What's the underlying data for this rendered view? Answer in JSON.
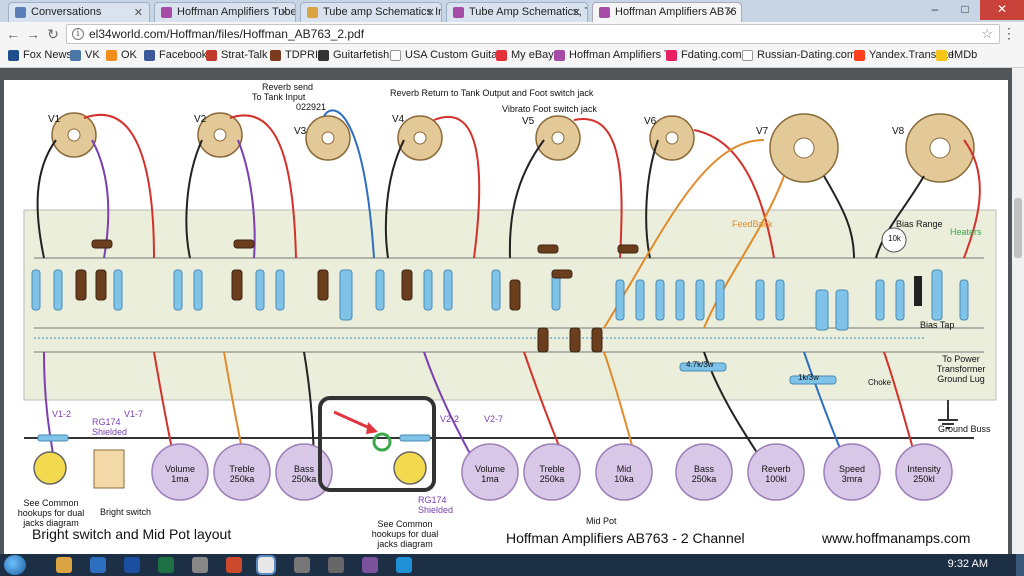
{
  "browser": {
    "tabs": [
      {
        "title": "Conversations",
        "color": "#5b7fb6"
      },
      {
        "title": "Hoffman Amplifiers Tube",
        "color": "#a64ca6"
      },
      {
        "title": "Tube amp Schematics In",
        "color": "#d9a441"
      },
      {
        "title": "Tube Amp Schematics, T",
        "color": "#a64ca6"
      },
      {
        "title": "Hoffman Amplifiers AB76",
        "color": "#a64ca6"
      }
    ],
    "address": "el34world.com/Hoffman/files/Hoffman_AB763_2.pdf",
    "bookmarks": [
      {
        "label": "Fox News",
        "color": "#1f4e8c"
      },
      {
        "label": "VK",
        "color": "#4a76a8"
      },
      {
        "label": "OK",
        "color": "#f28c1c"
      },
      {
        "label": "Facebook",
        "color": "#3b5998"
      },
      {
        "label": "Strat-Talk",
        "color": "#c0392b"
      },
      {
        "label": "TDPRI",
        "color": "#7a3b1e"
      },
      {
        "label": "Guitarfetish",
        "color": "#333"
      },
      {
        "label": "USA Custom Guitars",
        "color": "#999"
      },
      {
        "label": "My eBay",
        "color": "#e53238"
      },
      {
        "label": "Hoffman Amplifiers T",
        "color": "#a64ca6"
      },
      {
        "label": "Fdating.com",
        "color": "#e91e63"
      },
      {
        "label": "Russian-Dating.com",
        "color": "#999"
      },
      {
        "label": "Yandex.Translate",
        "color": "#fc3f1d"
      },
      {
        "label": "IMDb",
        "color": "#f5c518"
      }
    ]
  },
  "diagram": {
    "tubes": [
      "V1",
      "V2",
      "V3",
      "V4",
      "V5",
      "V6",
      "V7",
      "V8"
    ],
    "notes": {
      "reverb_send": "Reverb send",
      "to_tank": "To Tank Input",
      "transformer": "022921",
      "reverb_return": "Reverb Return to Tank Output and Foot switch jack",
      "vibrato": "Vibrato Foot switch jack",
      "feedback": "FeedBack",
      "bias_range": "Bias Range",
      "heaters": "Heaters",
      "bias_tap": "Bias Tap",
      "power_ground": "To Power Transformer Ground Lug",
      "ground_buss": "Ground Buss",
      "choke": "Choke",
      "common_hookups_1": "See Common hookups for dual jacks diagram",
      "common_hookups_2": "See Common hookups for dual jacks diagram",
      "bright_switch": "Bright switch",
      "mid_pot": "Mid Pot",
      "rg174a": "RG174 Shielded",
      "rg174b": "RG174 Shielded",
      "v12a": "V1-2",
      "v17": "V1-7",
      "v22": "V2-2",
      "v27": "V2-7",
      "res_10k": "10k",
      "res_47k": "4.7k/3w",
      "res_1k": "1k/3w"
    },
    "pots": [
      {
        "name": "Volume",
        "value": "1ma"
      },
      {
        "name": "Treble",
        "value": "250ka"
      },
      {
        "name": "Bass",
        "value": "250ka"
      },
      {
        "name": "Volume",
        "value": "1ma"
      },
      {
        "name": "Treble",
        "value": "250ka"
      },
      {
        "name": "Mid",
        "value": "10ka"
      },
      {
        "name": "Bass",
        "value": "250ka"
      },
      {
        "name": "Reverb",
        "value": "100kl"
      },
      {
        "name": "Speed",
        "value": "3mra"
      },
      {
        "name": "Intensity",
        "value": "250kl"
      }
    ],
    "footer_left": "Bright switch and Mid Pot layout",
    "footer_center": "Hoffman Amplifiers AB763 - 2 Channel",
    "footer_right": "www.hoffmanamps.com"
  },
  "taskbar": {
    "time": "9:32 AM"
  }
}
